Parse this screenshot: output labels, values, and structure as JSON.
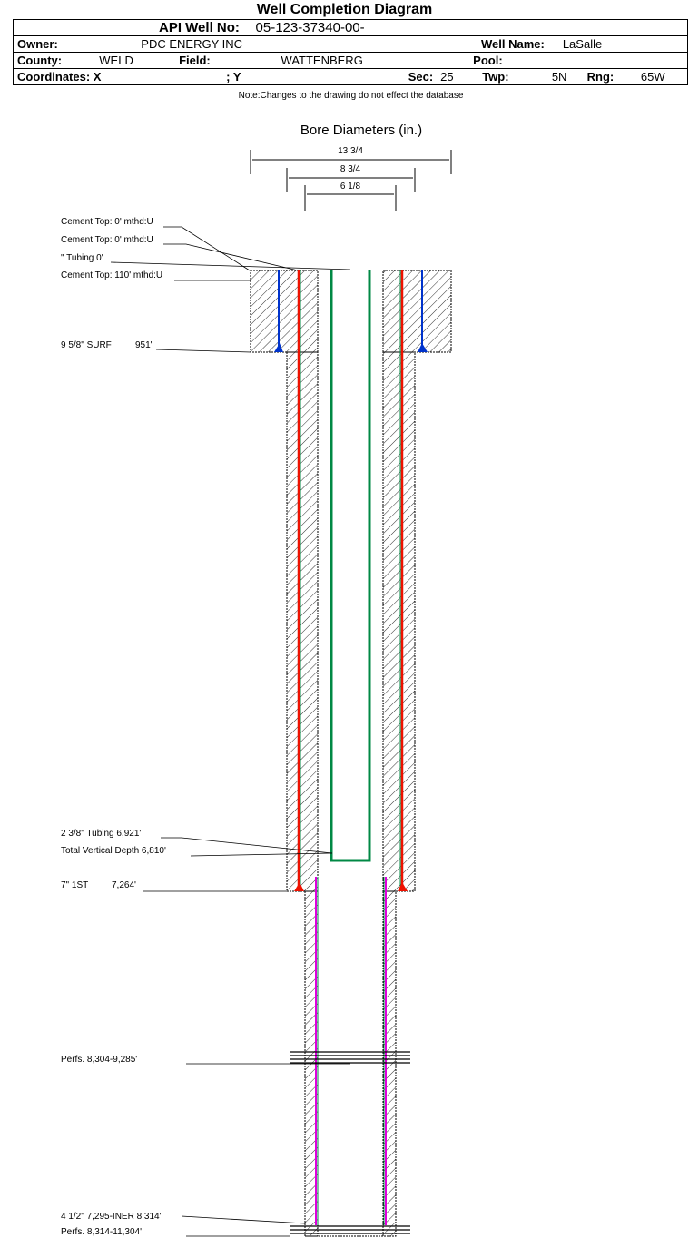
{
  "title": "Well Completion Diagram",
  "header": {
    "api_label": "API Well No:",
    "api_value": "05-123-37340-00-",
    "owner_label": "Owner:",
    "owner_value": "PDC ENERGY INC",
    "well_name_label": "Well Name:",
    "well_name_value": "LaSalle",
    "county_label": "County:",
    "county_value": "WELD",
    "field_label": "Field:",
    "field_value": "WATTENBERG",
    "pool_label": "Pool:",
    "coord_x_label": "Coordinates: X",
    "coord_y_label": "; Y",
    "sec_label": "Sec:",
    "sec_value": "25",
    "twp_label": "Twp:",
    "twp_value": "5N",
    "rng_label": "Rng:",
    "rng_value": "65W"
  },
  "note": "Note:Changes to the drawing do not effect the database",
  "diagram": {
    "bore_title": "Bore Diameters (in.)",
    "diameters": [
      "13 3/4",
      "8 3/4",
      "6 1/8"
    ],
    "labels": {
      "cement1": "Cement Top: 0' mthd:U",
      "cement2": "Cement Top: 0' mthd:U",
      "tubing_top": "\" Tubing 0'",
      "cement3": "Cement Top: 110' mthd:U",
      "surf": "9 5/8\" SURF",
      "surf_depth": "951'",
      "tubing": "2 3/8\" Tubing 6,921'",
      "tvd": "Total Vertical Depth 6,810'",
      "first": "7\" 1ST",
      "first_depth": "7,264'",
      "perfs1": "Perfs. 8,304-9,285'",
      "liner": "4 1/2\" 7,295-INER 8,314'",
      "perfs2": "Perfs. 8,314-11,304'"
    },
    "colors": {
      "surface_casing": "#0033cc",
      "production_casing": "#ee1100",
      "tubing": "#008844",
      "liner": "#dd00dd"
    }
  }
}
